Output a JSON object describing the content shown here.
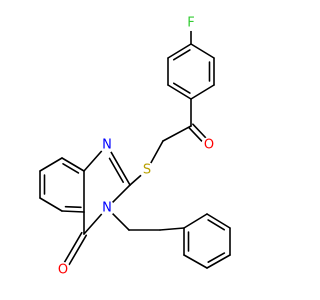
{
  "molecule": {
    "atoms": [
      {
        "id": "F",
        "symbol": "F",
        "color": "#33cc33"
      },
      {
        "id": "O1",
        "symbol": "O",
        "color": "#ff0000"
      },
      {
        "id": "S",
        "symbol": "S",
        "color": "#b8a000"
      },
      {
        "id": "N1",
        "symbol": "N",
        "color": "#0000ff"
      },
      {
        "id": "N3",
        "symbol": "N",
        "color": "#0000ff"
      },
      {
        "id": "O2",
        "symbol": "O",
        "color": "#ff0000"
      }
    ]
  }
}
